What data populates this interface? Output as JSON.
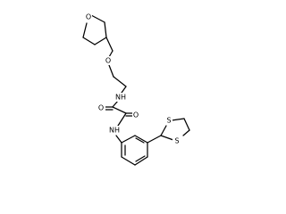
{
  "molecule": {
    "atoms": {
      "ether_oxygen": "O",
      "amide_nitrogen_upper": "NH",
      "carbonyl_oxygen_left": "O",
      "carbonyl_oxygen_right": "O",
      "amide_nitrogen_lower": "NH",
      "ring_oxygen": "O",
      "thioacetal_sulfur_upper": "S",
      "thioacetal_sulfur_lower": "S"
    },
    "colors": {
      "bond": "#000000",
      "label": "#000000",
      "background": "#ffffff"
    }
  }
}
